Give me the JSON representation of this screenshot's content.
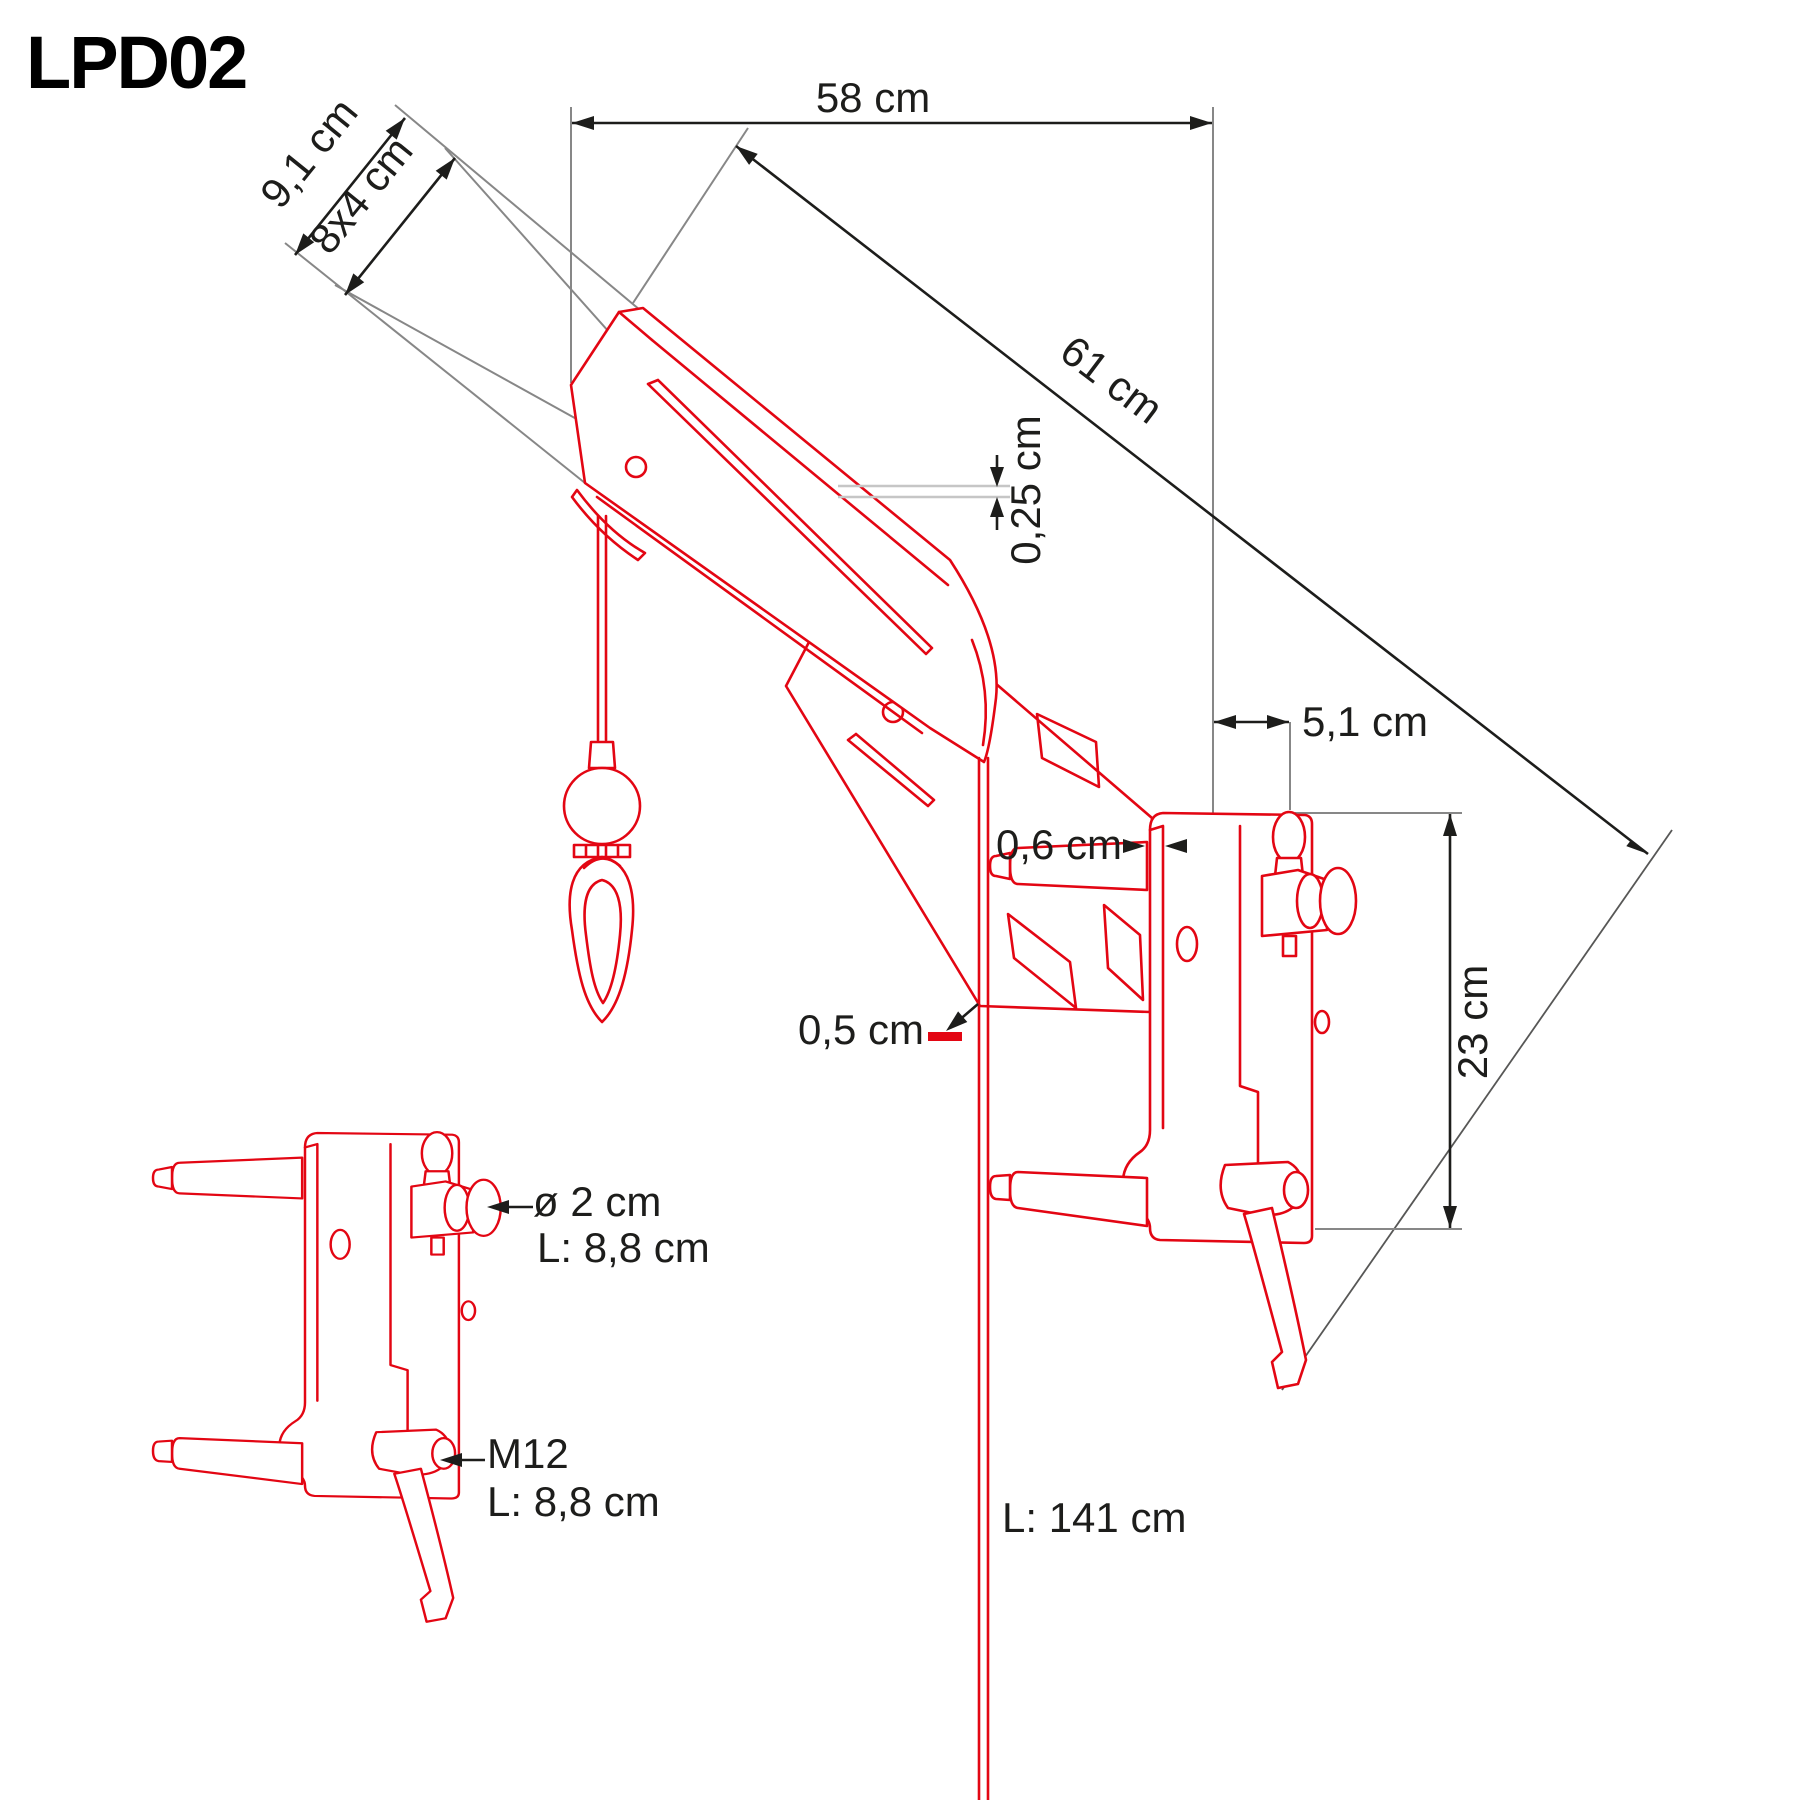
{
  "title": "LPD02",
  "colors": {
    "line_red": "#e30613",
    "text_black": "#1d1d1b",
    "dim_gray": "#878787",
    "light_gray": "#c6c6c6",
    "dark_gray": "#575756",
    "background": "#ffffff"
  },
  "dimensions": {
    "top_width": "58 cm",
    "plate_height": "9,1 cm",
    "slot_size": "8x4 cm",
    "diagonal_length": "61 cm",
    "section_gap": "0,25 cm",
    "wall_offset": "5,1 cm",
    "plate_thickness": "0,6 cm",
    "cable_thickness": "0,5 cm",
    "bracket_height": "23 cm",
    "knob_diameter": "ø 2 cm",
    "knob_length": "L: 8,8 cm",
    "bolt_thread": "M12",
    "bolt_length": "L: 8,8 cm",
    "cable_length": "L: 141 cm"
  }
}
